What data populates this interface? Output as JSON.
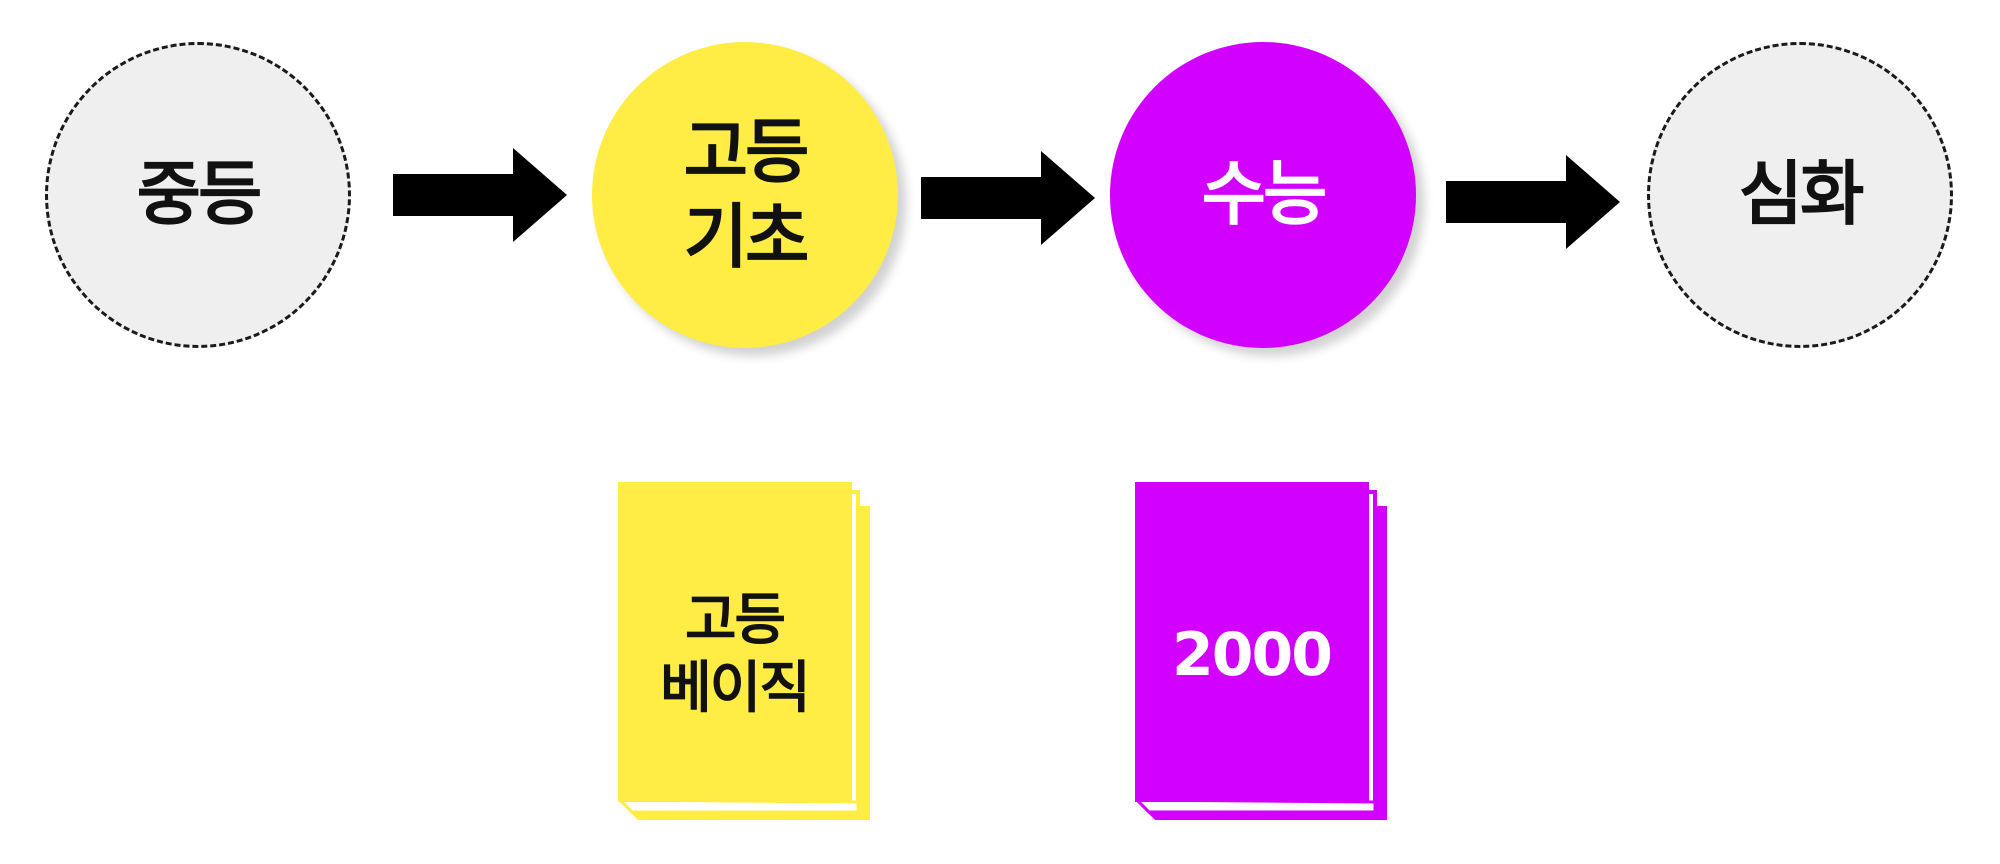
{
  "flow": {
    "nodes": [
      {
        "label": "중등",
        "fill": "#efefef",
        "text_color": "#111111",
        "style": "dashed"
      },
      {
        "label": "고등\n기초",
        "fill": "#ffec45",
        "text_color": "#111111",
        "style": "solid"
      },
      {
        "label": "수능",
        "fill": "#d100ff",
        "text_color": "#ffffff",
        "style": "solid"
      },
      {
        "label": "심화",
        "fill": "#efefef",
        "text_color": "#111111",
        "style": "dashed"
      }
    ],
    "arrow_color": "#000000"
  },
  "books": [
    {
      "label": "고등\n베이직",
      "fill": "#ffec45",
      "text_color": "#111111"
    },
    {
      "label": "2000",
      "fill": "#d100ff",
      "text_color": "#ffffff"
    }
  ]
}
